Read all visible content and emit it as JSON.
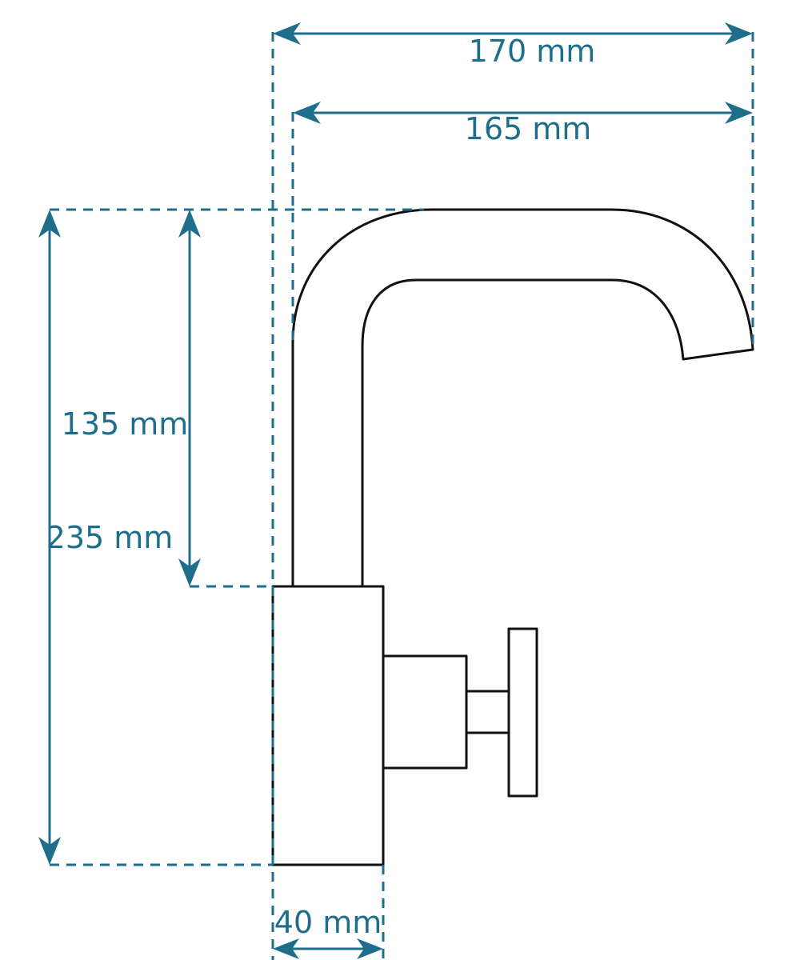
{
  "colors": {
    "dimension": "#1d6e8b",
    "outline": "#111111",
    "background": "#ffffff"
  },
  "dimensions": {
    "total_reach": "170 mm",
    "spout_reach": "165 mm",
    "spout_height": "135 mm",
    "total_height": "235 mm",
    "body_width": "40 mm"
  }
}
